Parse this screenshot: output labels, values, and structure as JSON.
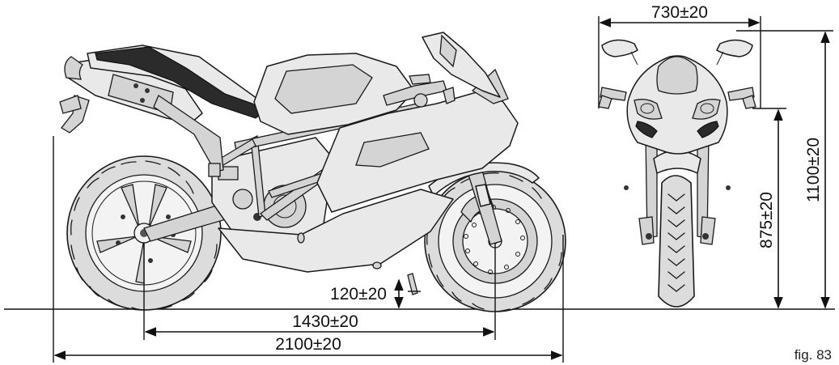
{
  "figure": {
    "caption": "fig. 83"
  },
  "dimensions": {
    "overall_length": "2100±20",
    "wheelbase": "1430±20",
    "ground_clearance": "120±20",
    "handlebar_width": "730±20",
    "seat_height": "875±20",
    "overall_height": "1100±20"
  },
  "colors": {
    "line": "#111111",
    "body_fill": "#e9e9e9",
    "seat": "#2b2b2b"
  }
}
